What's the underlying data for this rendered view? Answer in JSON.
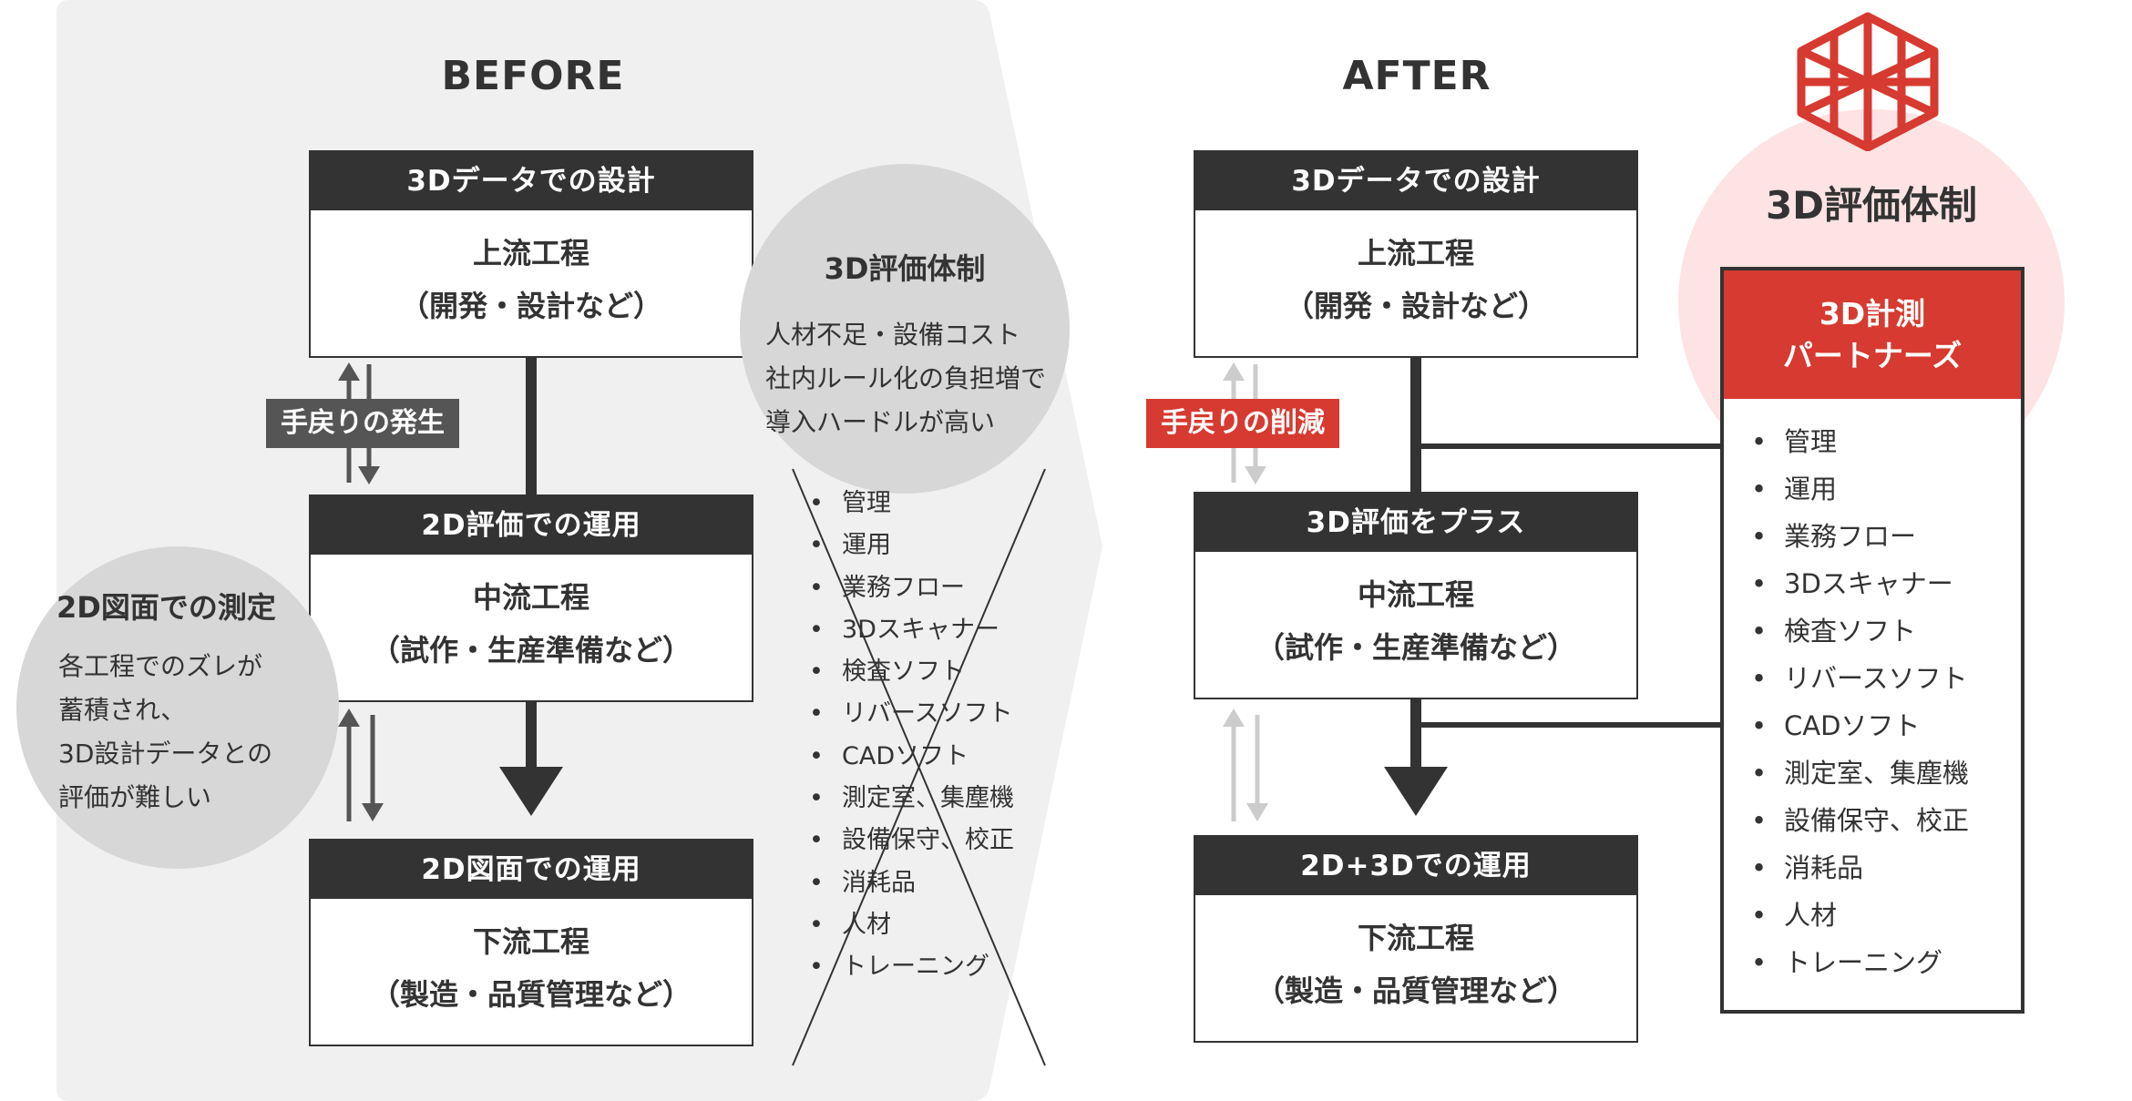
{
  "before": {
    "title": "BEFORE",
    "boxes": [
      {
        "header": "3Dデータでの設計",
        "line1": "上流工程",
        "line2": "（開発・設計など）"
      },
      {
        "header": "2D評価での運用",
        "line1": "中流工程",
        "line2": "（試作・生産準備など）"
      },
      {
        "header": "2D図面での運用",
        "line1": "下流工程",
        "line2": "（製造・品質管理など）"
      }
    ],
    "rework_tag": "手戻りの発生",
    "left_circle": {
      "title": "2D図面での測定",
      "lines": [
        "各工程でのズレが",
        "蓄積され、",
        "3D設計データとの",
        "評価が難しい"
      ]
    },
    "right_circle": {
      "title": "3D評価体制",
      "lines": [
        "人材不足・設備コスト",
        "社内ルール化の負担増で",
        "導入ハードルが高い"
      ]
    },
    "crossed_items": [
      "管理",
      "運用",
      "業務フロー",
      "3Dスキャナー",
      "検査ソフト",
      "リバースソフト",
      "CADソフト",
      "測定室、集塵機",
      "設備保守、校正",
      "消耗品",
      "人材",
      "トレーニング"
    ]
  },
  "after": {
    "title": "AFTER",
    "boxes": [
      {
        "header": "3Dデータでの設計",
        "line1": "上流工程",
        "line2": "（開発・設計など）"
      },
      {
        "header": "3D評価をプラス",
        "line1": "中流工程",
        "line2": "（試作・生産準備など）"
      },
      {
        "header": "2D+3Dでの運用",
        "line1": "下流工程",
        "line2": "（製造・品質管理など）"
      }
    ],
    "rework_tag": "手戻りの削減",
    "system_title": "3D評価体制",
    "partner": {
      "header_line1": "3D計測",
      "header_line2": "パートナーズ",
      "items": [
        "管理",
        "運用",
        "業務フロー",
        "3Dスキャナー",
        "検査ソフト",
        "リバースソフト",
        "CADソフト",
        "測定室、集塵機",
        "設備保守、校正",
        "消耗品",
        "人材",
        "トレーニング"
      ]
    }
  },
  "colors": {
    "dark": "#333333",
    "accent_red": "#d63a30",
    "pink_circle": "#fde3e3",
    "gray_panel": "#f0f0f0",
    "gray_circle": "#d7d7d7",
    "gray_tag": "#555555",
    "light_arrow": "#cccccc"
  },
  "icons": [
    "hexagon-cube-logo-icon"
  ]
}
